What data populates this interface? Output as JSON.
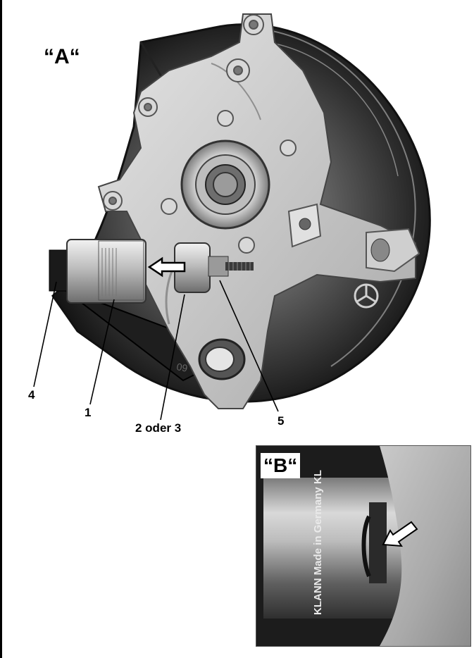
{
  "figure_a": {
    "title": "“A“",
    "callouts": {
      "c4": "4",
      "c1": "1",
      "c23": "2 oder 3",
      "c5": "5"
    }
  },
  "figure_b": {
    "title": "“B“",
    "engraving": "KLANN Made in Germany KL"
  },
  "icons": {
    "arrow_a": "arrow-left-icon",
    "arrow_b": "arrow-down-left-icon"
  }
}
